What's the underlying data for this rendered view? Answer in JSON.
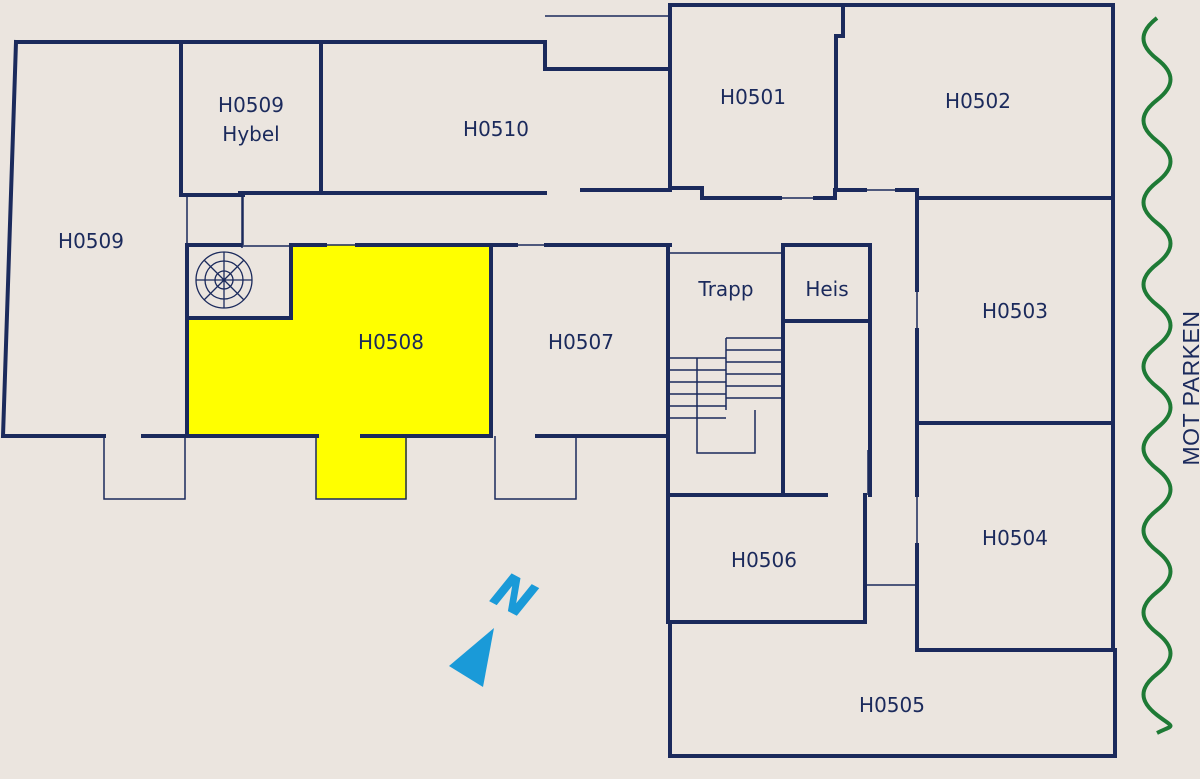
{
  "colors": {
    "background": "#ebe5df",
    "wall": "#1b2a5c",
    "highlight": "#ffff00",
    "compass": "#1a9ad8",
    "park_edge": "#1e7a35",
    "text": "#1b2a5c"
  },
  "rooms": {
    "h0509_hybel_line1": "H0509",
    "h0509_hybel_line2": "Hybel",
    "h0510": "H0510",
    "h0501": "H0501",
    "h0502": "H0502",
    "h0509": "H0509",
    "h0508": "H0508",
    "h0507": "H0507",
    "trapp": "Trapp",
    "heis": "Heis",
    "h0503": "H0503",
    "h0506": "H0506",
    "h0504": "H0504",
    "h0505": "H0505"
  },
  "selected_room": "H0508",
  "compass": {
    "letter": "N",
    "icon": "north-arrow-icon"
  },
  "side_label": "MOT PARKEN"
}
